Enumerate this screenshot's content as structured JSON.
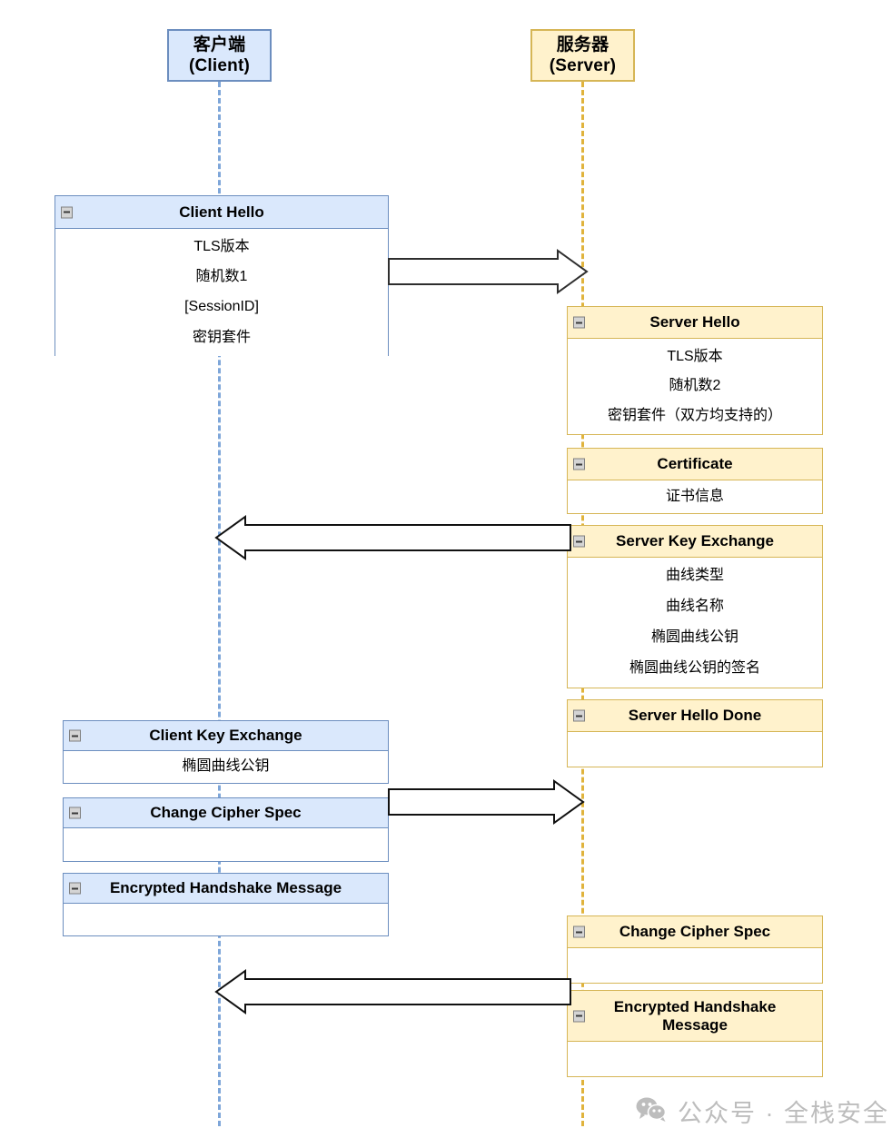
{
  "diagram": {
    "type": "sequence-diagram",
    "title_context": "TLS handshake sequence",
    "colors": {
      "client_fill": "#DAE8FC",
      "client_stroke": "#6C8EBF",
      "server_fill": "#FFF2CC",
      "server_stroke": "#D6B656",
      "arrow_stroke": "#000000",
      "watermark": "#BDBDBD"
    }
  },
  "actors": {
    "client": {
      "name_cn": "客户端",
      "name_en": "(Client)"
    },
    "server": {
      "name_cn": "服务器",
      "name_en": "(Server)"
    }
  },
  "messages": [
    {
      "id": "client-hello",
      "side": "client",
      "title": "Client Hello",
      "lines": [
        "TLS版本",
        "随机数1",
        "[SessionID]",
        "密钥套件"
      ]
    },
    {
      "id": "server-hello",
      "side": "server",
      "title": "Server Hello",
      "lines": [
        "TLS版本",
        "随机数2",
        "密钥套件（双方均支持的）"
      ]
    },
    {
      "id": "certificate",
      "side": "server",
      "title": "Certificate",
      "lines": [
        "证书信息"
      ]
    },
    {
      "id": "server-key-exchange",
      "side": "server",
      "title": "Server Key Exchange",
      "lines": [
        "曲线类型",
        "曲线名称",
        "椭圆曲线公钥",
        "椭圆曲线公钥的签名"
      ]
    },
    {
      "id": "server-hello-done",
      "side": "server",
      "title": "Server Hello Done",
      "lines": []
    },
    {
      "id": "client-key-exchange",
      "side": "client",
      "title": "Client Key Exchange",
      "lines": [
        "椭圆曲线公钥"
      ]
    },
    {
      "id": "client-change-cipher-spec",
      "side": "client",
      "title": "Change Cipher Spec",
      "lines": []
    },
    {
      "id": "client-encrypted-handshake",
      "side": "client",
      "title": "Encrypted Handshake Message",
      "lines": []
    },
    {
      "id": "server-change-cipher-spec",
      "side": "server",
      "title": "Change Cipher Spec",
      "lines": []
    },
    {
      "id": "server-encrypted-handshake",
      "side": "server",
      "title": "Encrypted Handshake Message",
      "lines": []
    }
  ],
  "arrows": [
    {
      "id": "arrow-client-to-server-1",
      "direction": "right"
    },
    {
      "id": "arrow-server-to-client-1",
      "direction": "left"
    },
    {
      "id": "arrow-client-to-server-2",
      "direction": "right"
    },
    {
      "id": "arrow-server-to-client-2",
      "direction": "left"
    }
  ],
  "watermark": {
    "icon": "wechat-icon",
    "glyph": "💬",
    "text": "公众号 · 全栈安全"
  }
}
